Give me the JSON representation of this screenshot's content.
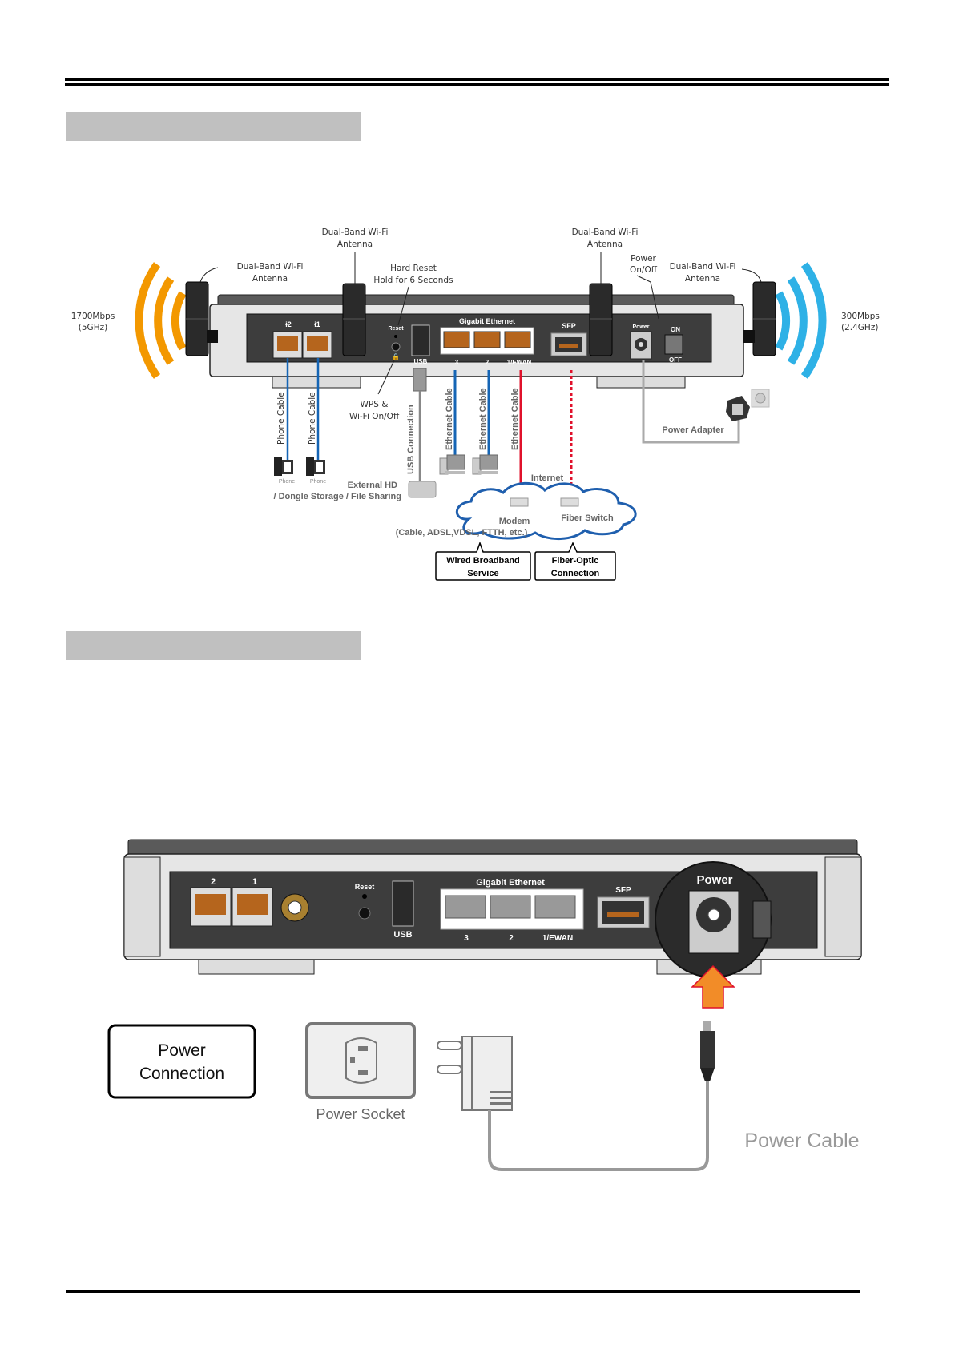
{
  "colors": {
    "band5g": "#f39800",
    "band24g": "#2eb1e6",
    "ethernet_lan": "#1565b5",
    "ethernet_wan": "#e0112b",
    "cloud_outline": "#1f5fae",
    "internet_text": "#1f5fae",
    "arrow_orange": "#f28c28",
    "panel_dark": "#3d3d3d",
    "section_bar": "#c0c0c0"
  },
  "diagram1": {
    "speed_5g": [
      "1700Mbps",
      "(5GHz)"
    ],
    "speed_24g": [
      "300Mbps",
      "(2.4GHz)"
    ],
    "antenna_outer_left": [
      "Dual-Band Wi-Fi",
      "Antenna"
    ],
    "antenna_inner_left": [
      "Dual-Band Wi-Fi",
      "Antenna"
    ],
    "antenna_inner_right": [
      "Dual-Band Wi-Fi",
      "Antenna"
    ],
    "antenna_outer_right": [
      "Dual-Band Wi-Fi",
      "Antenna"
    ],
    "hard_reset": [
      "Hard Reset",
      "Hold for 6 Seconds"
    ],
    "power_onoff": [
      "Power",
      "On/Off"
    ],
    "wps": [
      "WPS &",
      "Wi-Fi On/Off"
    ],
    "panel": {
      "phone2": "ɨ2",
      "phone1": "ɨ1",
      "reset": "Reset",
      "usb": "USB",
      "gigabit": "Gigabit Ethernet",
      "port3": "3",
      "port2": "2",
      "port1": "1/EWAN",
      "sfp": "SFP",
      "power": "Power",
      "on": "ON",
      "off": "OFF"
    },
    "phone_cable": "Phone Cable",
    "phone": "Phone",
    "usb_connection": "USB Connection",
    "ethernet_cable": "Ethernet Cable",
    "external_hd": [
      "External HD",
      "/ Dongle Storage / File Sharing"
    ],
    "internet": "Internet",
    "modem": "Modem",
    "modem_types": "(Cable, ADSL,VDSL, FTTH, etc.)",
    "fiber_switch": "Fiber Switch",
    "power_adapter": "Power Adapter",
    "callout_wired": [
      "Wired Broadband",
      "Service"
    ],
    "callout_fiber": [
      "Fiber-Optic",
      "Connection"
    ]
  },
  "diagram2": {
    "panel": {
      "phone2": "2",
      "phone1": "1",
      "reset": "Reset",
      "usb": "USB",
      "gigabit": "Gigabit Ethernet",
      "port3": "3",
      "port2": "2",
      "port1": "1/EWAN",
      "sfp": "SFP",
      "power": "Power"
    },
    "power_connection": [
      "Power",
      "Connection"
    ],
    "power_socket": "Power Socket",
    "power_cable": "Power Cable"
  }
}
